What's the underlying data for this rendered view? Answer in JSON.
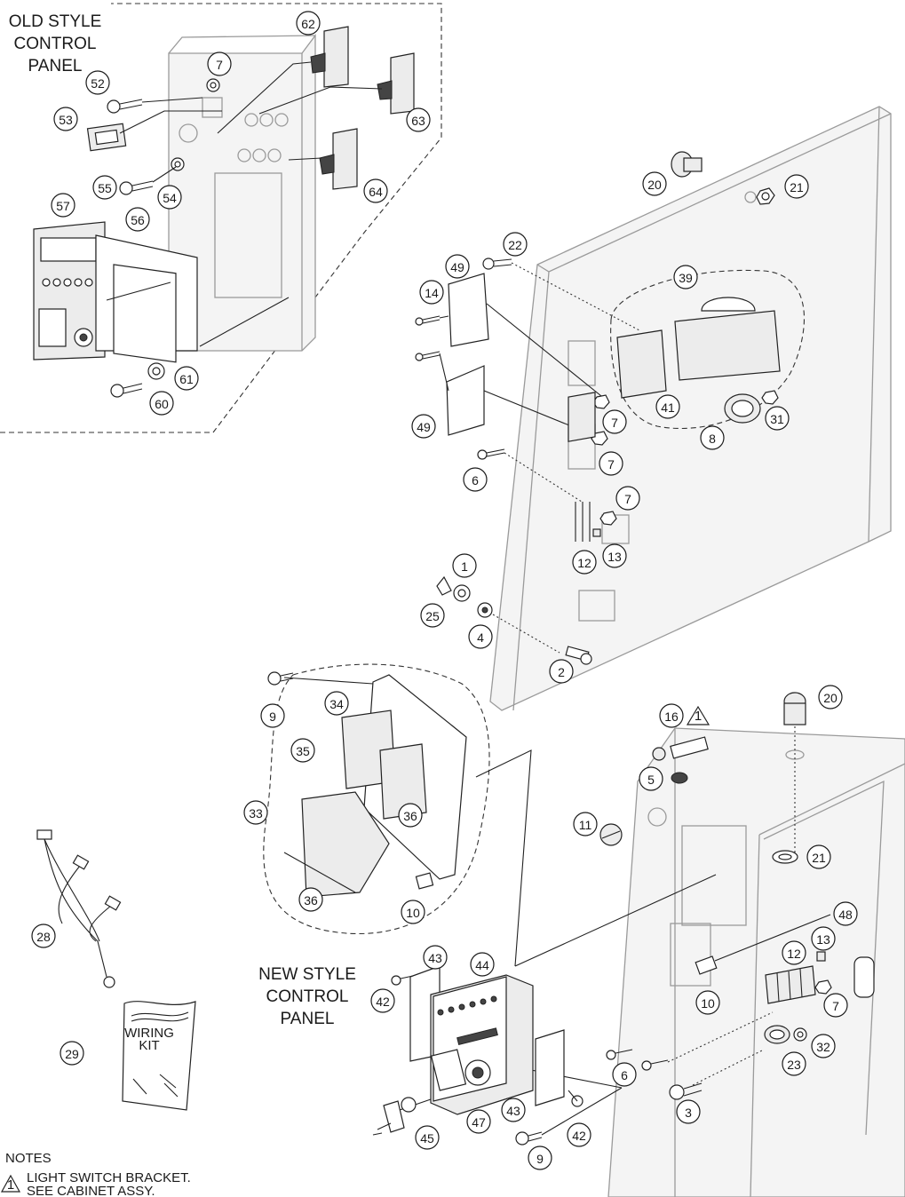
{
  "labels": {
    "old_style_title": [
      "OLD STYLE",
      "CONTROL",
      "PANEL"
    ],
    "new_style_title": [
      "NEW STYLE",
      "CONTROL",
      "PANEL"
    ],
    "wiring_kit": [
      "WIRING",
      "KIT"
    ],
    "notes_heading": "NOTES",
    "note_symbol": "1",
    "note_lines": [
      "LIGHT SWITCH BRACKET.",
      "SEE CABINET ASSY."
    ]
  },
  "callouts": [
    "62",
    "7",
    "52",
    "53",
    "63",
    "55",
    "54",
    "64",
    "57",
    "56",
    "61",
    "60",
    "20",
    "21",
    "22",
    "49",
    "39",
    "14",
    "7",
    "41",
    "8",
    "31",
    "49",
    "7",
    "6",
    "7",
    "12",
    "13",
    "1",
    "25",
    "4",
    "2",
    "9",
    "34",
    "35",
    "36",
    "33",
    "36",
    "10",
    "16",
    "20",
    "5",
    "11",
    "21",
    "28",
    "48",
    "13",
    "12",
    "43",
    "44",
    "42",
    "10",
    "7",
    "29",
    "32",
    "6",
    "23",
    "3",
    "43",
    "42",
    "45",
    "47",
    "9"
  ]
}
